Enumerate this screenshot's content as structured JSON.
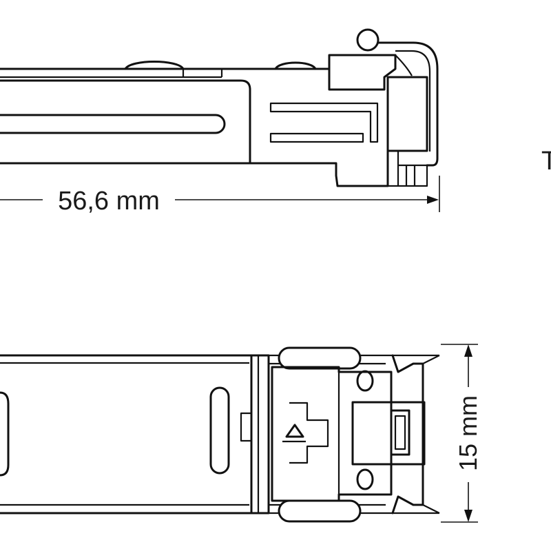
{
  "dimensions": {
    "length_label": "56,6 mm",
    "width_label": "15 mm"
  },
  "edge_text": "T",
  "colors": {
    "line": "#111111",
    "background": "#ffffff"
  }
}
